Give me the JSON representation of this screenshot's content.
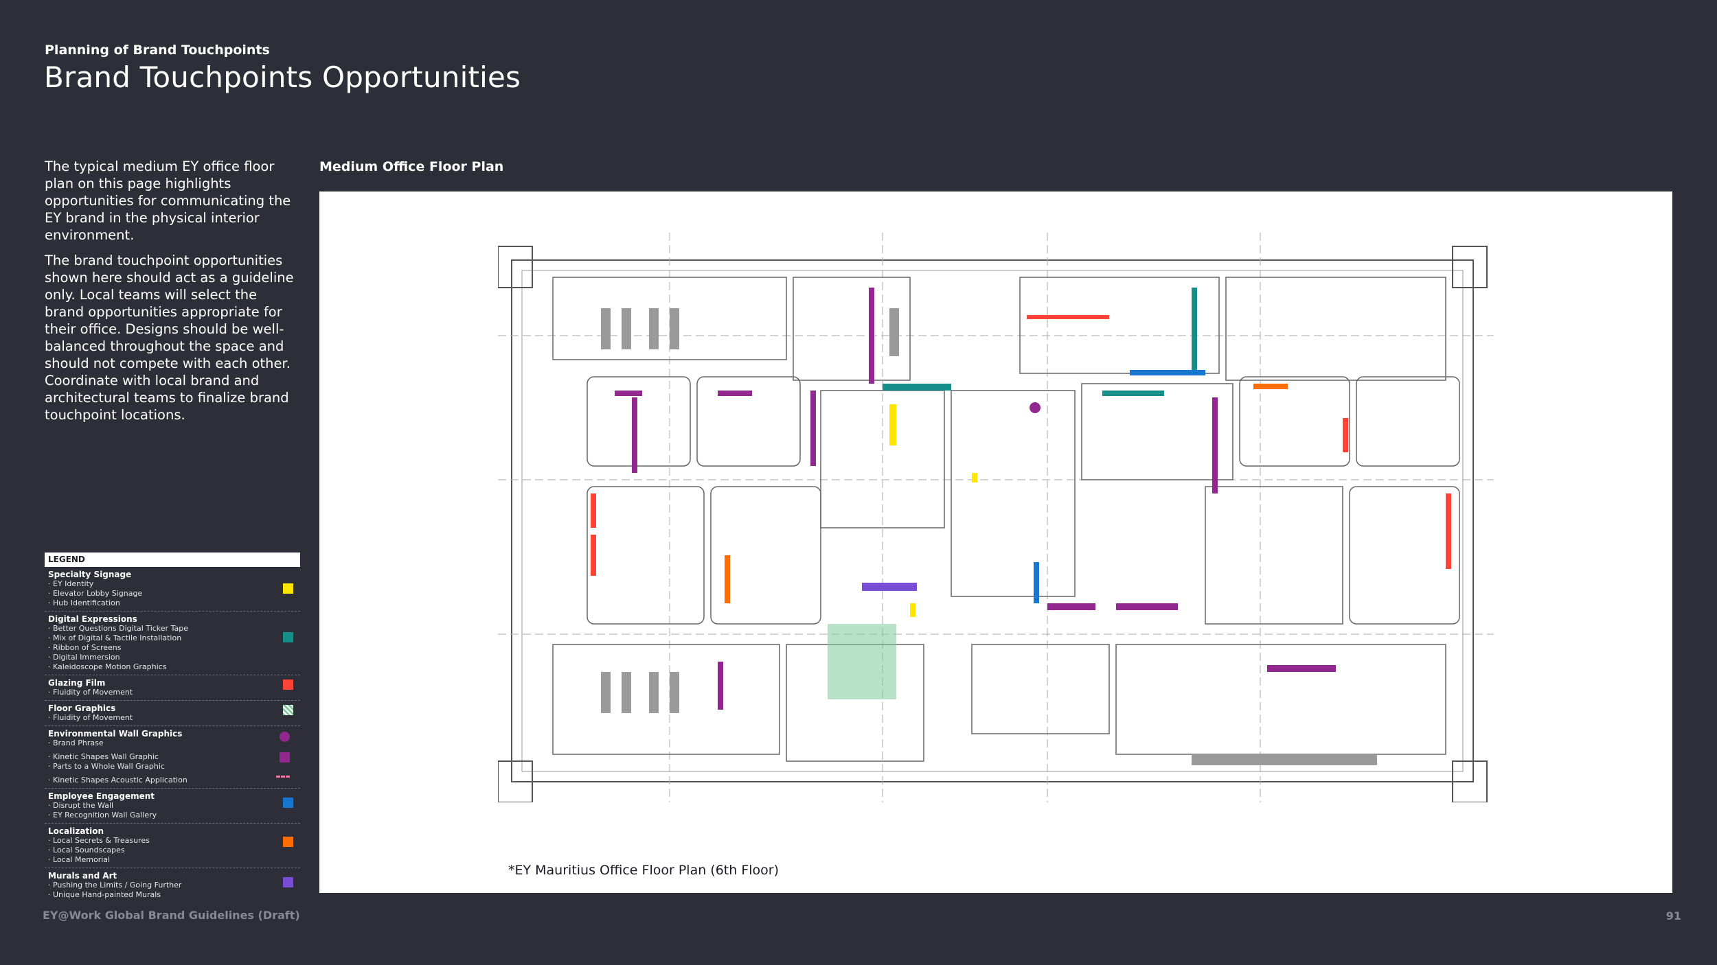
{
  "header": {
    "kicker": "Planning of Brand Touchpoints",
    "title": "Brand Touchpoints Opportunities"
  },
  "intro": {
    "p1": "The typical medium EY office floor plan on this page highlights opportunities for communicating the EY brand in the physical interior environment.",
    "p2": "The brand touchpoint opportunities shown here should act as a guideline only. Local teams will select the brand opportunities appropriate for their office. Designs should be well-balanced throughout the space and should not compete with each other. Coordinate with local brand and architectural teams to finalize brand touchpoint locations."
  },
  "plan": {
    "label": "Medium Office Floor Plan",
    "caption": "*EY Mauritius Office Floor Plan (6th Floor)"
  },
  "legend": {
    "heading": "LEGEND",
    "groups": [
      {
        "title": "Specialty Signage",
        "items": [
          "· EY Identity",
          "· Elevator Lobby Signage",
          "· Hub Identification"
        ],
        "color": "#ffe600"
      },
      {
        "title": "Digital Expressions",
        "items": [
          "· Better Questions Digital Ticker Tape",
          "· Mix of Digital & Tactile Installation",
          "· Ribbon of Screens",
          "· Digital Immersion",
          "· Kaleidoscope Motion Graphics"
        ],
        "color": "#168e8a"
      },
      {
        "title": "Glazing Film",
        "items": [
          "· Fluidity of Movement"
        ],
        "color": "#ff4236"
      },
      {
        "title": "Floor Graphics",
        "items": [
          "· Fluidity of Movement"
        ],
        "color": "#7fc99a"
      },
      {
        "title": "Environmental Wall Graphics",
        "items": [
          "· Brand Phrase",
          "· Kinetic Shapes Wall Graphic",
          "· Parts to a Whole Wall Graphic",
          "· Kinetic Shapes Acoustic Application"
        ],
        "colors": [
          "#91278f",
          "#91278f",
          "#ff6fa0"
        ]
      },
      {
        "title": "Employee Engagement",
        "items": [
          "· Disrupt the Wall",
          "· EY Recognition Wall Gallery"
        ],
        "color": "#1777cf"
      },
      {
        "title": "Localization",
        "items": [
          "· Local Secrets & Treasures",
          "· Local Soundscapes",
          "· Local Memorial"
        ],
        "color": "#ff6d00"
      },
      {
        "title": "Murals and Art",
        "items": [
          "· Pushing the Limits / Going Further",
          "· Unique Hand-painted Murals"
        ],
        "color": "#7a4dd6"
      }
    ]
  },
  "footer": {
    "left": "EY@Work Global Brand Guidelines (Draft)",
    "page": "91"
  }
}
